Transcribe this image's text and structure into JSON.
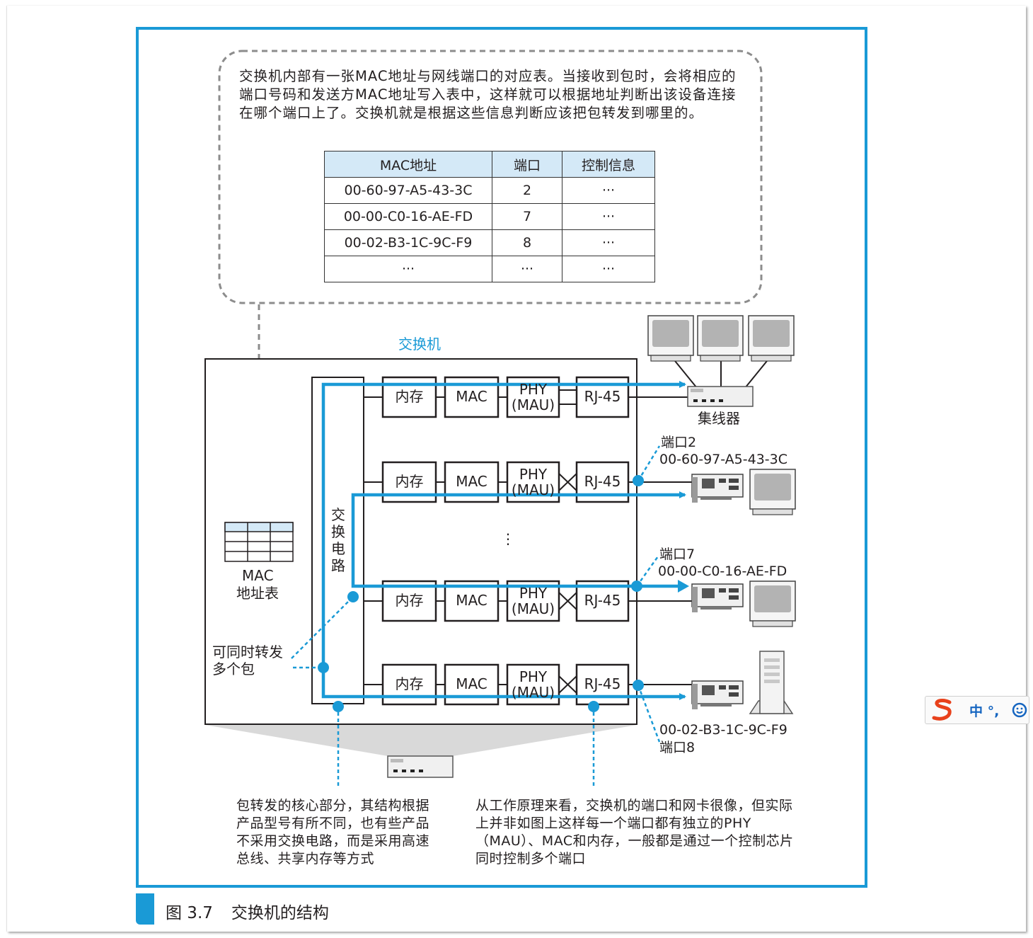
{
  "callout_text": "交换机内部有一张MAC地址与网线端口的对应表。当接收到包时，会将相应的端口号码和发送方MAC地址写入表中，这样就可以根据地址判断出该设备连接在哪个端口上了。交换机就是根据这些信息判断应该把包转发到哪里的。",
  "table": {
    "headers": [
      "MAC地址",
      "端口",
      "控制信息"
    ],
    "rows": [
      [
        "00-60-97-A5-43-3C",
        "2",
        "···"
      ],
      [
        "00-00-C0-16-AE-FD",
        "7",
        "···"
      ],
      [
        "00-02-B3-1C-9C-F9",
        "8",
        "···"
      ],
      [
        "···",
        "···",
        "···"
      ]
    ]
  },
  "switch_label": "交换机",
  "switch_circuit_label": "交换电路",
  "mac_table_label_1": "MAC",
  "mac_table_label_2": "地址表",
  "blocks": {
    "memory": "内存",
    "mac": "MAC",
    "phy_1": "PHY",
    "phy_2": "(MAU)",
    "rj45": "RJ-45"
  },
  "vertical_dots": "⋮",
  "hub_label": "集线器",
  "port2_label": "端口2",
  "port2_mac": "00-60-97-A5-43-3C",
  "port7_label": "端口7",
  "port7_mac": "00-00-C0-16-AE-FD",
  "port8_mac": "00-02-B3-1C-9C-F9",
  "port8_label": "端口8",
  "multi_packet_1": "可同时转发",
  "multi_packet_2": "多个包",
  "note_left": "包转发的核心部分，其结构根据产品型号有所不同，也有些产品不采用交换电路，而是采用高速总线、共享内存等方式",
  "note_right": "从工作原理来看，交换机的端口和网卡很像，但实际上并非如图上这样每一个端口都有独立的PHY（MAU）、MAC和内存，一般都是通过一个控制芯片同时控制多个端口",
  "caption_number": "图 3.7",
  "caption_title": "交换机的结构",
  "ime_text": "中 °,",
  "colors": {
    "accent": "#1a9ad6",
    "table_header": "#d4e9f7",
    "dashed_gray": "#8c8c8c"
  }
}
